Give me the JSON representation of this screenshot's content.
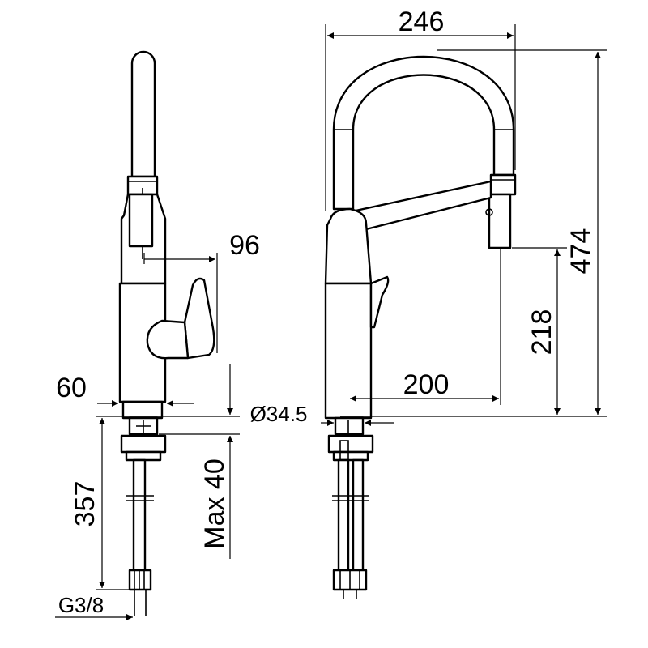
{
  "drawing": {
    "dimensions": {
      "width_total": "246",
      "height_total": "474",
      "spout_height": "218",
      "spout_reach": "200",
      "handle_offset": "96",
      "base_width": "60",
      "base_diameter": "Ø34.5",
      "supply_length": "357",
      "deck_thickness": "Max 40",
      "connection_thread": "G3/8"
    }
  }
}
